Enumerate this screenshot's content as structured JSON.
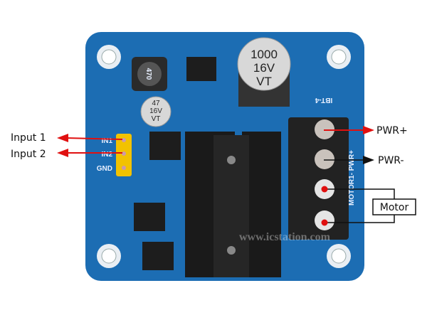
{
  "labels": {
    "input1": "Input 1",
    "input2": "Input 2",
    "pwr_plus": "PWR+",
    "pwr_minus": "PWR-",
    "motor": "Motor"
  },
  "board": {
    "pins": [
      "IN1",
      "IN2",
      "GND"
    ],
    "big_cap": [
      "1000",
      "16V",
      "VT"
    ],
    "small_cap": [
      "47",
      "16V",
      "VT"
    ],
    "inductor": "470",
    "model": "IBT-4",
    "terminal_silk": "MOTOR1- PWR+",
    "watermark": "www.icstation.com"
  },
  "colors": {
    "board": "#1c6db3",
    "arrow_red": "#e01010",
    "arrow_black": "#111111",
    "header": "#f2c200"
  }
}
